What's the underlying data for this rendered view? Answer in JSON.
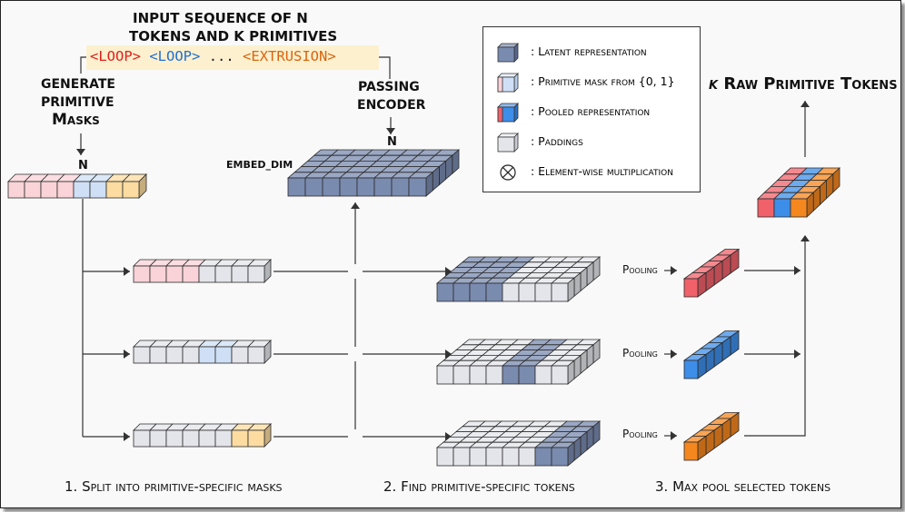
{
  "header": {
    "title_line1": "INPUT SEQUENCE OF N",
    "title_line2": "TOKENS AND K PRIMITIVES",
    "tokens": [
      {
        "text": "<LOOP>",
        "color": "#e0201a"
      },
      {
        "text": "<LOOP>",
        "color": "#1f6fd1"
      },
      {
        "text": "...",
        "color": "#222222"
      },
      {
        "text": "<EXTRUSION>",
        "color": "#d9640c"
      }
    ]
  },
  "left_label": {
    "line1": "GENERATE",
    "line2": "PRIMITIVE",
    "line3": "Masks"
  },
  "encoder_label": {
    "line1": "PASSING",
    "line2": "ENCODER"
  },
  "n_mark_left": "N",
  "n_mark_encoder": "N",
  "embed_label": "EMBED_DIM",
  "pooling_label": "Pooling",
  "legend": [
    {
      "icon": "latent-cube-icon",
      "text": ": Latent representation"
    },
    {
      "icon": "mask-cube-icon",
      "text": ": Primitive mask from {0, 1}"
    },
    {
      "icon": "pooled-cube-icon",
      "text": ": Pooled representation"
    },
    {
      "icon": "padding-cube-icon",
      "text": ": Paddings"
    },
    {
      "icon": "multiply-icon",
      "text": ": Element-wise multiplication"
    }
  ],
  "output_label": {
    "k": "K",
    "text": "Raw Primitive Tokens"
  },
  "steps": [
    "1. Split into primitive-specific masks",
    "2. Find primitive-specific tokens",
    "3. Max pool selected tokens"
  ],
  "colors": {
    "latent": "#7a8bb0",
    "padding": "#e3e5ea",
    "mask_red": "#f9d3d8",
    "mask_blue": "#cfe0f6",
    "mask_orange": "#fcdca0",
    "pooled_red": "#f0616a",
    "pooled_blue": "#3d8ee8",
    "pooled_orange": "#f5871f",
    "header_bar": "#fdf0cf"
  }
}
